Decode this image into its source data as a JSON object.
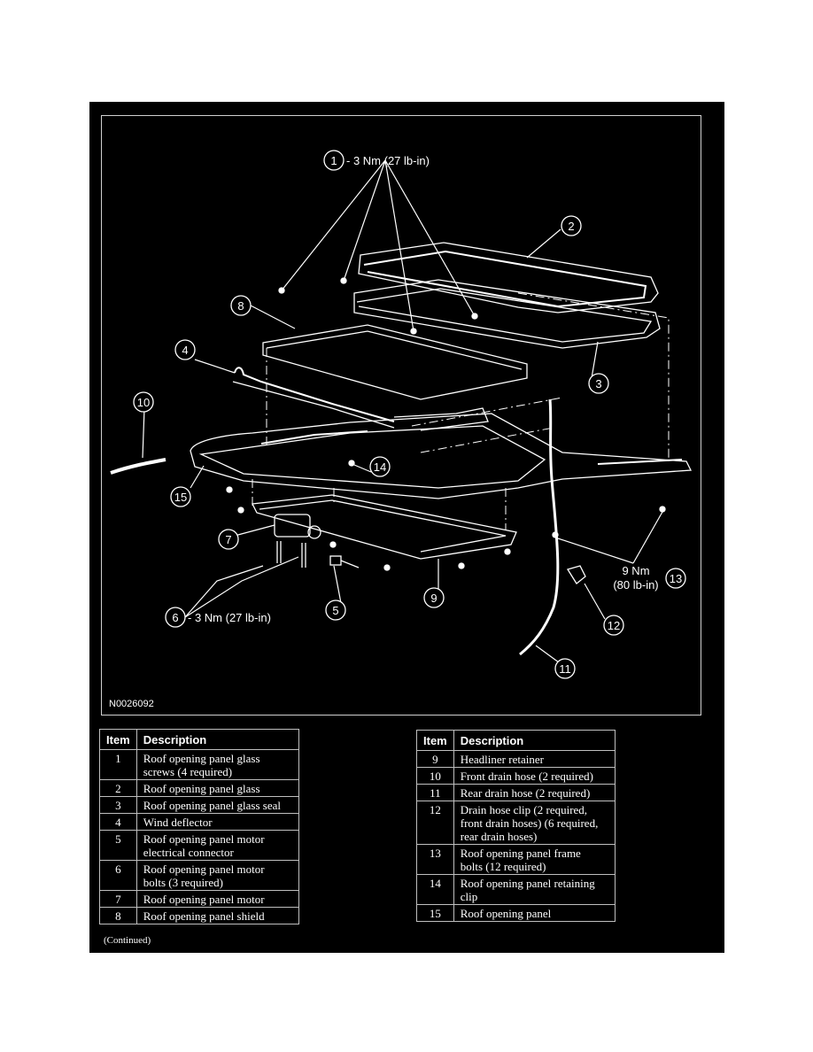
{
  "figure": {
    "id_label": "N0026092",
    "callouts": {
      "c1": "1",
      "c2": "2",
      "c3": "3",
      "c4": "4",
      "c5": "5",
      "c6": "6",
      "c7": "7",
      "c8": "8",
      "c9": "9",
      "c10": "10",
      "c11": "11",
      "c12": "12",
      "c13": "13",
      "c14": "14",
      "c15": "15"
    },
    "torque_1": "- 3 Nm (27 lb-in)",
    "torque_6": "- 3 Nm (27 lb-in)",
    "torque_13_line1": "9 Nm",
    "torque_13_line2": "(80 lb-in)"
  },
  "legend_headers": {
    "item": "Item",
    "description": "Description"
  },
  "legend_left": [
    {
      "item": "1",
      "desc": [
        "Roof opening panel glass",
        "screws (4 required)"
      ]
    },
    {
      "item": "2",
      "desc": [
        "Roof opening panel glass"
      ]
    },
    {
      "item": "3",
      "desc": [
        "Roof opening panel glass seal"
      ]
    },
    {
      "item": "4",
      "desc": [
        "Wind deflector"
      ]
    },
    {
      "item": "5",
      "desc": [
        "Roof opening panel motor",
        "electrical connector"
      ]
    },
    {
      "item": "6",
      "desc": [
        "Roof opening panel motor",
        "bolts (3 required)"
      ]
    },
    {
      "item": "7",
      "desc": [
        "Roof opening panel motor"
      ]
    },
    {
      "item": "8",
      "desc": [
        "Roof opening panel shield"
      ]
    }
  ],
  "legend_right": [
    {
      "item": "9",
      "desc": [
        "Headliner retainer"
      ]
    },
    {
      "item": "10",
      "desc": [
        "Front drain hose (2 required)"
      ]
    },
    {
      "item": "11",
      "desc": [
        "Rear drain hose (2 required)"
      ]
    },
    {
      "item": "12",
      "desc": [
        "Drain hose clip (2 required,",
        "front drain hoses) (6 required,",
        "rear drain hoses)"
      ]
    },
    {
      "item": "13",
      "desc": [
        "Roof opening panel frame",
        "bolts (12 required)"
      ]
    },
    {
      "item": "14",
      "desc": [
        "Roof opening panel retaining",
        "clip"
      ]
    },
    {
      "item": "15",
      "desc": [
        "Roof opening panel"
      ]
    }
  ],
  "continued": "(Continued)"
}
